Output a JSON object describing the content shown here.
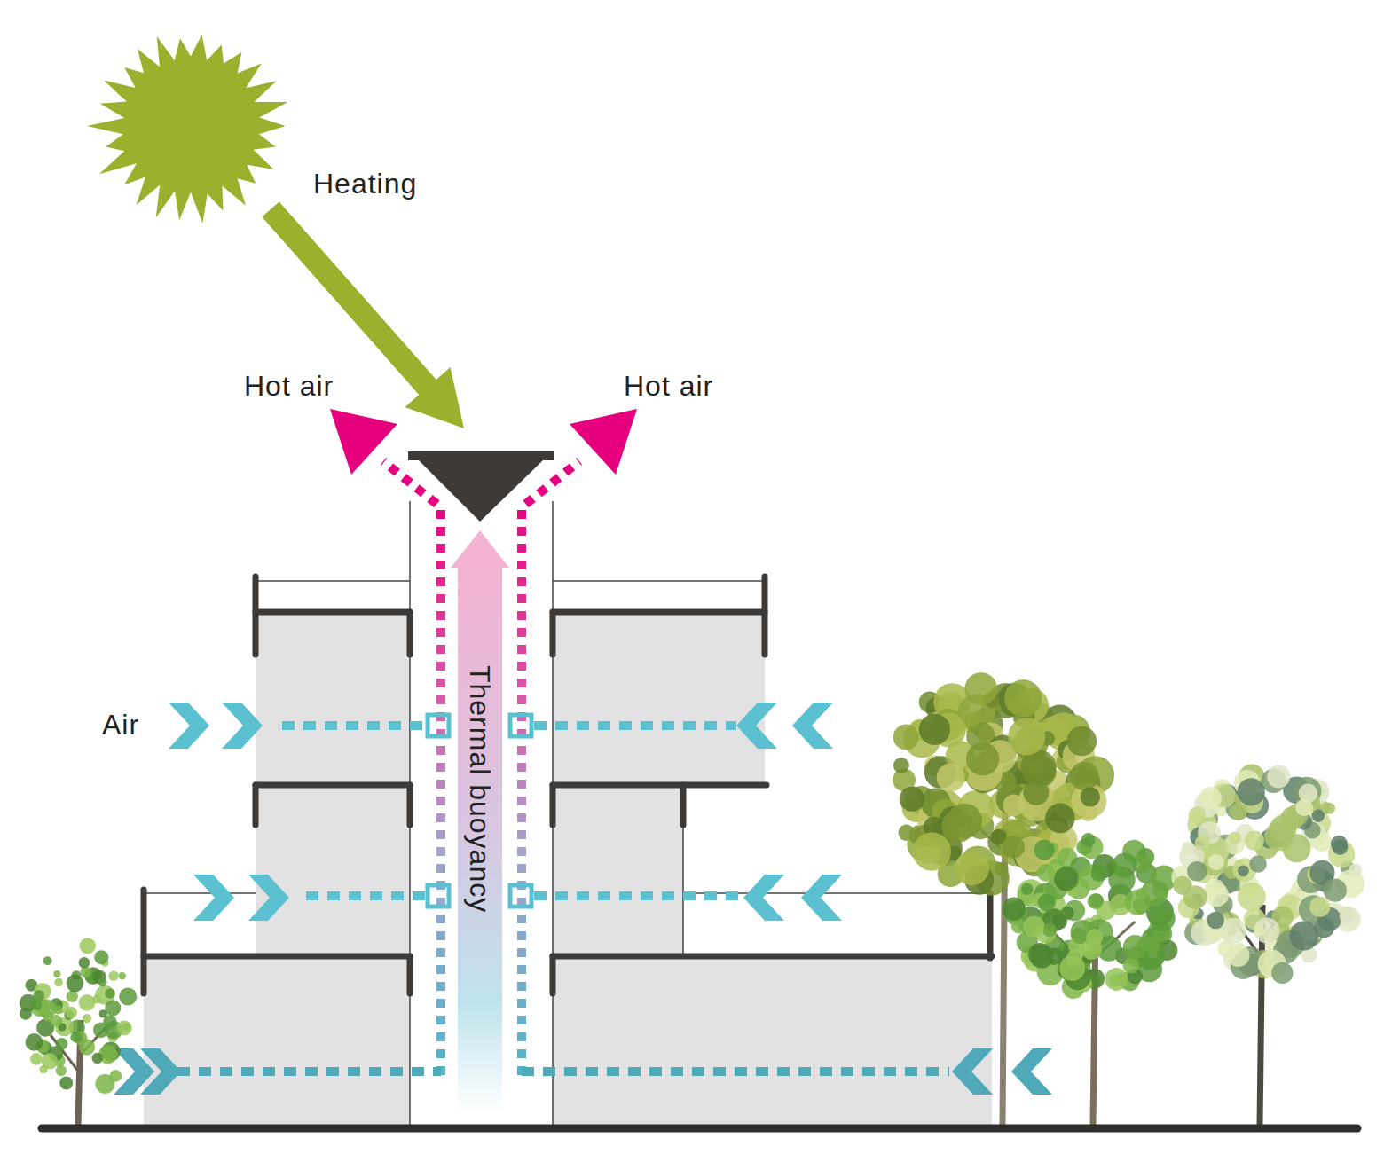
{
  "diagram": {
    "labels": [
      "Heating",
      "Hot air",
      "Hot air",
      "Air",
      "Thermal buoyancy"
    ]
  }
}
